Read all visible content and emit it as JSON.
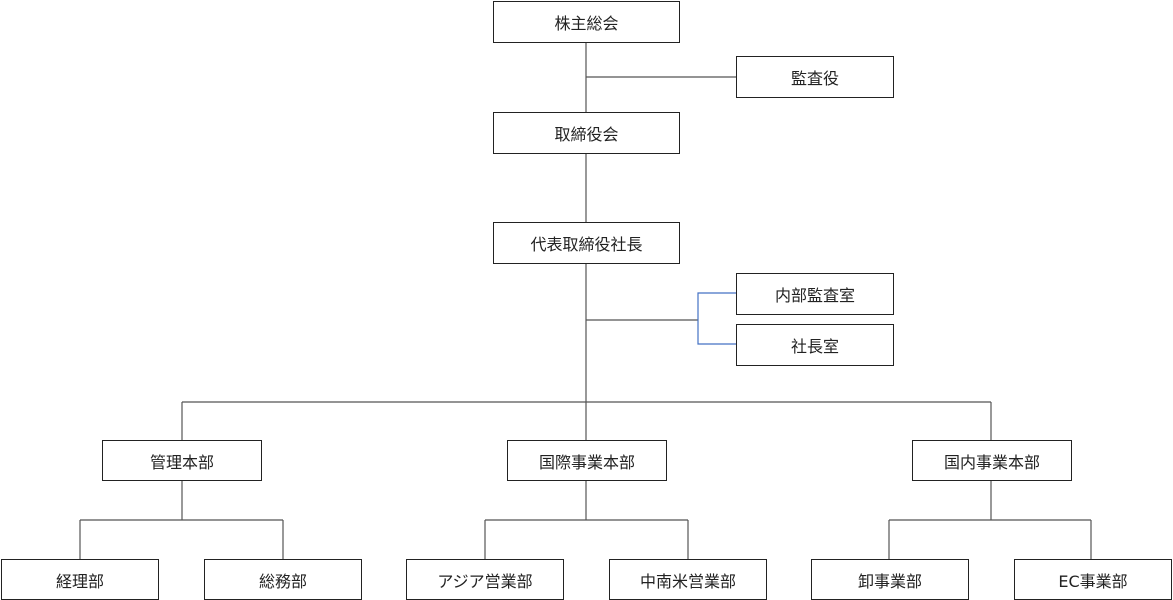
{
  "org_chart": {
    "shareholders_meeting": "株主総会",
    "auditor": "監査役",
    "board_of_directors": "取締役会",
    "president": "代表取締役社長",
    "internal_audit_office": "内部監査室",
    "president_office": "社長室",
    "divisions": {
      "management": {
        "label": "管理本部",
        "departments": [
          "経理部",
          "総務部"
        ]
      },
      "international": {
        "label": "国際事業本部",
        "departments": [
          "アジア営業部",
          "中南米営業部"
        ]
      },
      "domestic": {
        "label": "国内事業本部",
        "departments": [
          "卸事業部",
          "EC事業部"
        ]
      }
    }
  },
  "colors": {
    "line": "#555555",
    "bracket_line": "#4472c4",
    "border": "#222222"
  }
}
